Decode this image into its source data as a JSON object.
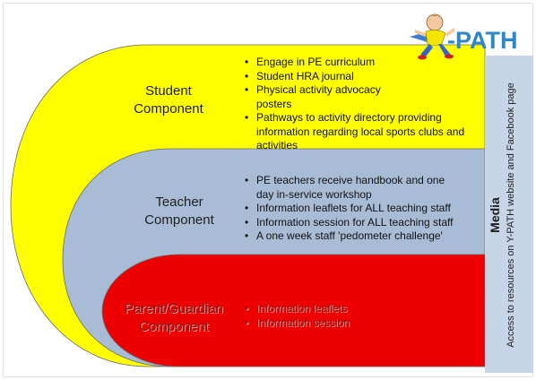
{
  "logo": {
    "text": "-PATH",
    "mascot_icon": "running-child-mascot-icon"
  },
  "colors": {
    "student": "#ffff00",
    "teacher": "#a8bcd6",
    "parent": "#ee0000",
    "media": "#c6d5e8",
    "logo_text": "#2e88c8"
  },
  "components": {
    "student": {
      "title_line1": "Student",
      "title_line2": "Component",
      "items": [
        "Engage in PE curriculum",
        "Student HRA journal",
        "Physical activity advocacy posters",
        "Pathways to activity directory providing information regarding local sports clubs and activities"
      ]
    },
    "teacher": {
      "title_line1": "Teacher",
      "title_line2": "Component",
      "items": [
        "PE teachers receive handbook and one day in-service workshop",
        "Information leaflets for ALL teaching staff",
        "Information session for ALL teaching staff",
        "A one week staff 'pedometer challenge'"
      ]
    },
    "parent": {
      "title_line1": "Parent/Guardian",
      "title_line2": "Component",
      "items": [
        "Information leaflets",
        "Information session"
      ]
    }
  },
  "media": {
    "title": "Media",
    "subtitle": "Access to resources on Y-PATH website and Facebook page"
  }
}
